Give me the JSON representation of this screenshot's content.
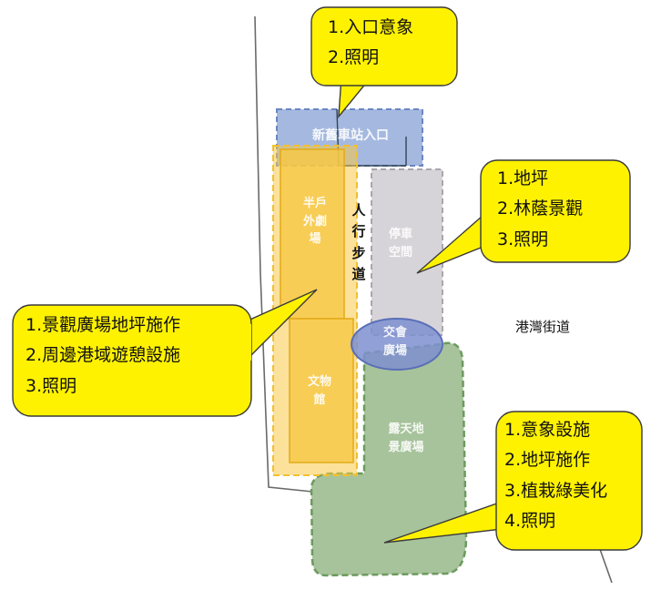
{
  "zones": {
    "station_entrance": "新舊車站入口",
    "outdoor_stage": "半戶外劇場",
    "heritage_hall": "文物館",
    "parking": "停車空間",
    "junction_plaza": "交會廣場",
    "open_air_plaza": "露天地景廣場",
    "walkway": "人行步道",
    "street": "港灣街道"
  },
  "callouts": {
    "entrance": [
      "1.入口意象",
      "2.照明"
    ],
    "parking": [
      "1.地坪",
      "2.林蔭景觀",
      "3.照明"
    ],
    "plaza": [
      "1.景觀廣場地坪施作",
      "2.周邊港域遊憩設施",
      "3.照明"
    ],
    "landscape": [
      "1.意象設施",
      "2.地坪施作",
      "3.植栽綠美化",
      "4.照明"
    ]
  },
  "colors": {
    "callout_fill": "#fff200",
    "callout_border": "#3a3a3a",
    "entrance_zone": "#8fa8d8",
    "yellow_zone": "#f7c845",
    "parking_zone": "#c9c6cc",
    "junction_zone": "#7e8fcf",
    "green_zone": "#98b88a"
  }
}
